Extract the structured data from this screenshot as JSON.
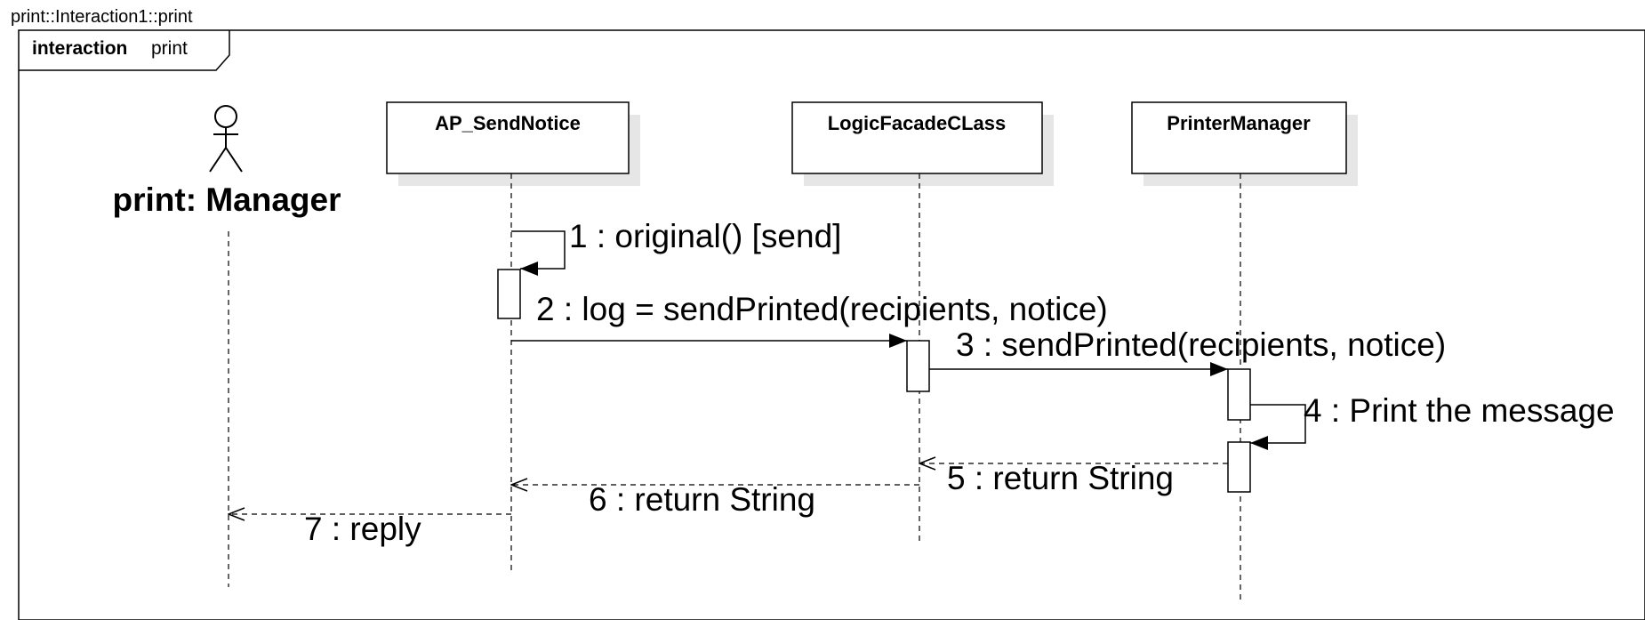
{
  "diagram": {
    "caption": "print::Interaction1::print",
    "frame": {
      "keyword": "interaction",
      "name": "print"
    },
    "actor": {
      "name": "print: Manager",
      "icon": "stick-figure-icon"
    },
    "lifelines": [
      {
        "id": "ap",
        "name": "AP_SendNotice"
      },
      {
        "id": "logic",
        "name": "LogicFacadeCLass"
      },
      {
        "id": "printer",
        "name": "PrinterManager"
      }
    ],
    "messages": [
      {
        "id": "m1",
        "label": "1 : original() [send]",
        "kind": "self"
      },
      {
        "id": "m2",
        "label": "2 : log = sendPrinted(recipients, notice)",
        "kind": "sync"
      },
      {
        "id": "m3",
        "label": "3 : sendPrinted(recipients, notice)",
        "kind": "sync"
      },
      {
        "id": "m4",
        "label": "4 : Print the message",
        "kind": "self"
      },
      {
        "id": "m5",
        "label": "5 : return String",
        "kind": "return"
      },
      {
        "id": "m6",
        "label": "6 : return String",
        "kind": "return"
      },
      {
        "id": "m7",
        "label": "7 : reply",
        "kind": "return"
      }
    ]
  }
}
